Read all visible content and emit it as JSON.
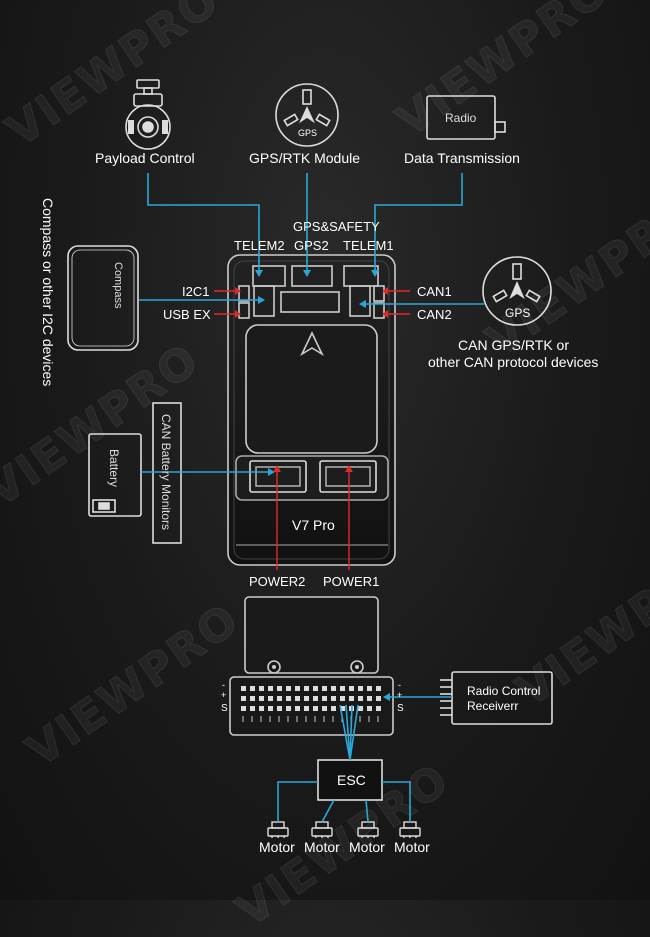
{
  "watermark": "VIEWPRO",
  "devices": {
    "payload": "Payload Control",
    "gps_module": "GPS/RTK Module",
    "gps_badge": "GPS",
    "radio_box": "Radio",
    "data_transmission": "Data Transmission",
    "compass_side": "Compass or other I2C devices",
    "compass_box": "Compass",
    "can_gps_line1": "CAN GPS/RTK or",
    "can_gps_line2": "other CAN protocol devices",
    "can_gps_badge": "GPS",
    "battery_box": "Battery",
    "can_battery": "CAN Battery Monitors",
    "radio_receiver_line1": "Radio Control",
    "radio_receiver_line2": "Receiverr",
    "esc": "ESC",
    "motors": [
      "Motor",
      "Motor",
      "Motor",
      "Motor"
    ]
  },
  "ports": {
    "gps_safety": "GPS&SAFETY",
    "telem2": "TELEM2",
    "gps2": "GPS2",
    "telem1": "TELEM1",
    "i2c1": "I2C1",
    "usb_ex": "USB EX",
    "can1": "CAN1",
    "can2": "CAN2",
    "power2": "POWER2",
    "power1": "POWER1"
  },
  "controller": {
    "name": "V7 Pro"
  },
  "pwm_board": {
    "left_marks": [
      "-",
      "+",
      "S"
    ],
    "right_marks": [
      "-",
      "+",
      "S"
    ]
  },
  "colors": {
    "blue_line": "#2aa7d6",
    "red_line": "#e02a2a",
    "device_stroke": "#dddddd"
  }
}
